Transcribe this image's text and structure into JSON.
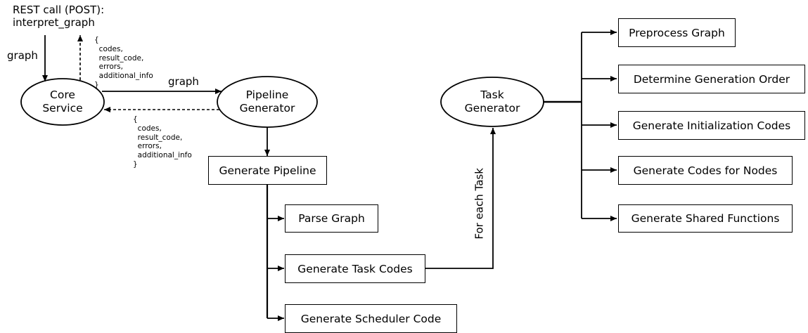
{
  "rest_call": {
    "line1": "REST call (POST):",
    "line2": "interpret_graph"
  },
  "edges": {
    "graph_in": "graph",
    "graph_to_pipeline": "graph",
    "for_each_task": "For each Task"
  },
  "responses": {
    "top": "{\n  codes,\n  result_code,\n  errors,\n  additional_info\n}",
    "pipeline": "{\n  codes,\n  result_code,\n  errors,\n  additional_info\n}"
  },
  "nodes": {
    "core_service": "Core\nService",
    "pipeline_generator": "Pipeline\nGenerator",
    "task_generator": "Task\nGenerator"
  },
  "pipeline_boxes": {
    "generate_pipeline": "Generate Pipeline",
    "parse_graph": "Parse Graph",
    "generate_task_codes": "Generate Task Codes",
    "generate_scheduler_code": "Generate Scheduler Code"
  },
  "task_boxes": {
    "preprocess_graph": "Preprocess Graph",
    "determine_generation_order": "Determine Generation Order",
    "generate_initialization_codes": "Generate Initialization Codes",
    "generate_codes_for_nodes": "Generate Codes for Nodes",
    "generate_shared_functions": "Generate Shared Functions"
  }
}
